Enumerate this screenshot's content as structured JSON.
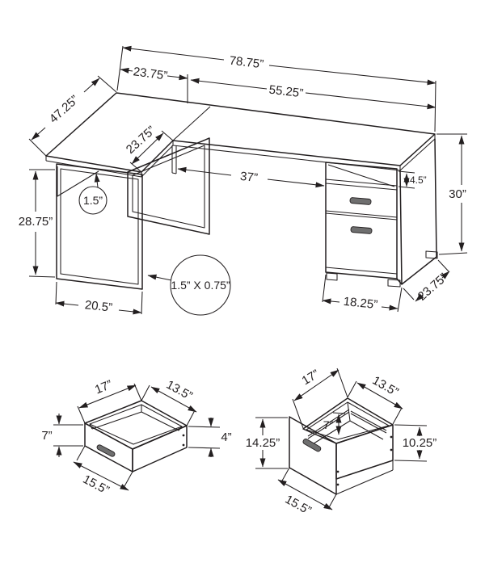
{
  "diagram": {
    "kind": "furniture-dimension-diagram",
    "subject": "l-shaped-computer-desk-with-drawers",
    "units": "inches",
    "line_color": "#231f20",
    "background_color": "#ffffff"
  },
  "desk": {
    "overall_width": "78.75”",
    "return_top_width": "23.75”",
    "main_top_width": "55.25”",
    "return_length": "47.25”",
    "return_depth": "23.75”",
    "knee_clearance_width": "37”",
    "shelf_opening_height": "4.5”",
    "overall_height": "30”",
    "leg_clearance_height": "28.75”",
    "leg_frame_width": "20.5”",
    "cabinet_width": "18.25”",
    "desk_depth": "23.75”",
    "top_thickness_callout": "1.5”",
    "frame_tube_callout": "1.5” X 0.75”"
  },
  "small_drawer": {
    "width": "17”",
    "depth": "13.5”",
    "front_height": "7”",
    "side_height": "4”",
    "front_width": "15.5”"
  },
  "large_drawer": {
    "width": "17”",
    "depth": "13.5”",
    "inner_depth": "7”",
    "front_height": "14.25”",
    "side_height": "10.25”",
    "front_width": "15.5”"
  }
}
